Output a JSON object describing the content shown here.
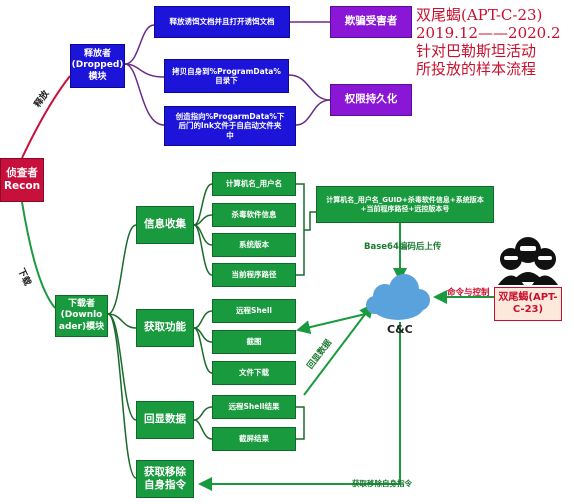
{
  "title_lines": [
    "双尾蝎(APT-C-23)",
    "2019.12——2020.2",
    "针对巴勒斯坦活动",
    "所投放的样本流程"
  ],
  "recon": {
    "label": "侦查者\nRecon"
  },
  "edge_labels": {
    "release": "释放",
    "download": "下载"
  },
  "dropped": {
    "label": "释放者\n(Dropped)\n模块",
    "items": [
      {
        "label": "释放诱饵文档并且打开诱饵文档"
      },
      {
        "label": "拷贝自身到%ProgramData%\n目录下"
      },
      {
        "label": "创造指向%ProgarmData%下\n后门的lnk文件于自启动文件夹\n中"
      }
    ],
    "outcomes": [
      {
        "label": "欺骗受害者"
      },
      {
        "label": "权限持久化"
      }
    ]
  },
  "downloader": {
    "label": "下载者\n(Downlo\nader)模块",
    "groups": [
      {
        "label": "信息收集",
        "items": [
          "计算机名_用户名",
          "杀毒软件信息",
          "系统版本",
          "当前程序路径"
        ]
      },
      {
        "label": "获取功能",
        "items": [
          "远程Shell",
          "截图",
          "文件下载"
        ]
      },
      {
        "label": "回显数据",
        "items": [
          "远程Shell结果",
          "截屏结果"
        ]
      },
      {
        "label": "获取移除\n自身指令",
        "items": []
      }
    ]
  },
  "summary": {
    "label": "计算机名_用户名_GUID+杀毒软件信息+系统版本\n+当前程序路径+远控版本号"
  },
  "arrow_labels": {
    "base64": "Base64编码后上传",
    "echo": "回显数据",
    "command": "命令与控制",
    "remove": "获取移除自身指令"
  },
  "cc": {
    "label": "C&C"
  },
  "attacker": {
    "label": "双尾蝎(APT-\nC-23)"
  }
}
